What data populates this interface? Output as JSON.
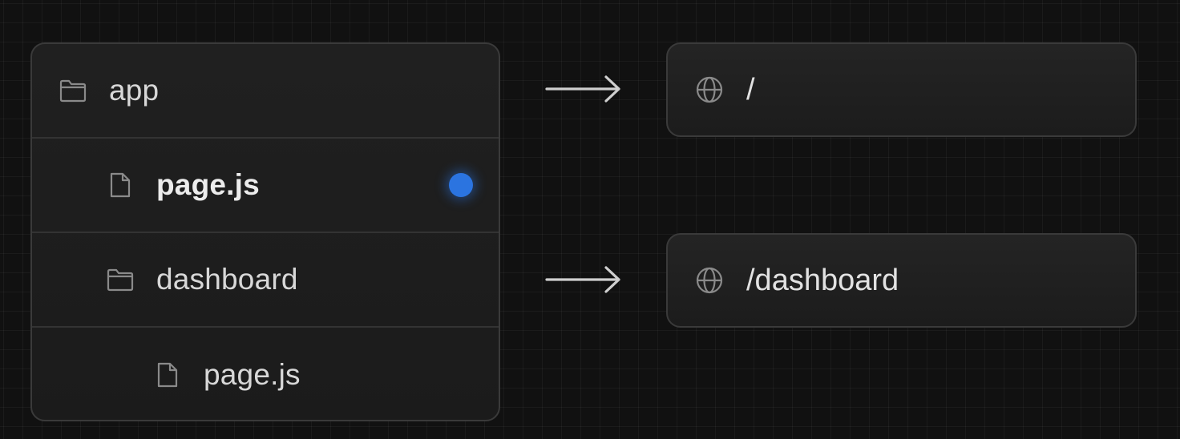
{
  "tree": {
    "items": [
      {
        "label": "app",
        "icon": "folder-icon",
        "level": 0
      },
      {
        "label": "page.js",
        "icon": "file-icon",
        "level": 1,
        "highlighted": true
      },
      {
        "label": "dashboard",
        "icon": "folder-icon",
        "level": 1
      },
      {
        "label": "page.js",
        "icon": "file-icon",
        "level": 2
      }
    ]
  },
  "routes": [
    {
      "path": "/",
      "icon": "globe-icon"
    },
    {
      "path": "/dashboard",
      "icon": "globe-icon"
    }
  ],
  "colors": {
    "background": "#111111",
    "panel": "#1e1e1e",
    "border": "#3a3a3a",
    "text": "#d8d8d8",
    "accent_dot": "#2b74e0",
    "arrow": "#cfcfcf"
  }
}
